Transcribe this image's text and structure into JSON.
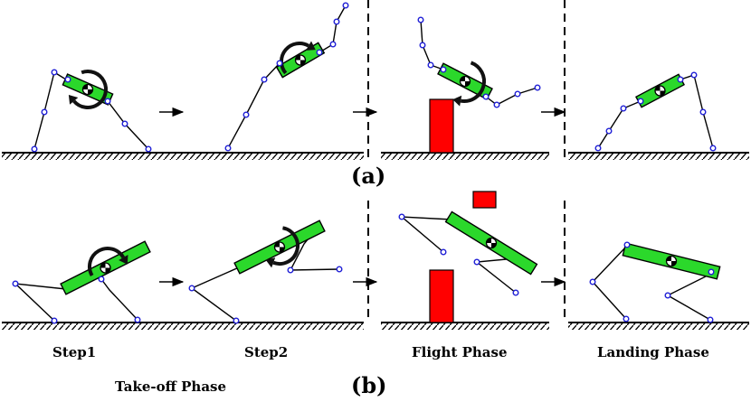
{
  "labels": {
    "row_a": "(a)",
    "row_b": "(b)",
    "step1": "Step1",
    "step2": "Step2",
    "flight_phase": "Flight Phase",
    "landing_phase": "Landing Phase",
    "takeoff_phase": "Take-off Phase"
  },
  "colors": {
    "body": "#2bd82b",
    "obstacle": "#ff0000",
    "joint": "#1f1fd6",
    "line": "#000000",
    "rotation_arrow": "#111111"
  }
}
